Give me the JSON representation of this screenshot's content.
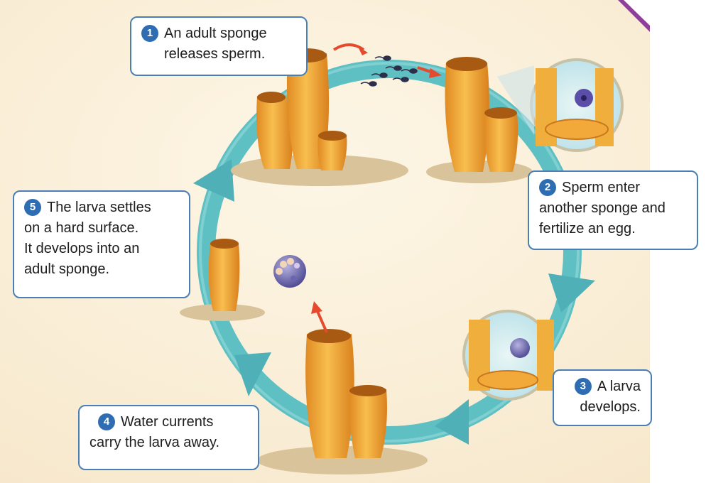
{
  "colors": {
    "background": "#fbf3df",
    "cycle_arrow": "#5fc0c4",
    "sponge": "#f2a93a",
    "callout_border": "#4a7fb5",
    "number_badge": "#2f6db3",
    "motion_arrow": "#e54a2e"
  },
  "steps": [
    {
      "number": "1",
      "lines": [
        "An adult sponge",
        "releases sperm."
      ]
    },
    {
      "number": "2",
      "lines": [
        "Sperm enter",
        "another sponge and",
        "fertilize an egg."
      ]
    },
    {
      "number": "3",
      "lines": [
        "A larva",
        "develops."
      ]
    },
    {
      "number": "4",
      "lines": [
        "Water currents",
        "carry the larva away."
      ]
    },
    {
      "number": "5",
      "lines": [
        "The larva settles",
        "on a hard surface.",
        "It develops into an",
        "adult sponge."
      ]
    }
  ]
}
